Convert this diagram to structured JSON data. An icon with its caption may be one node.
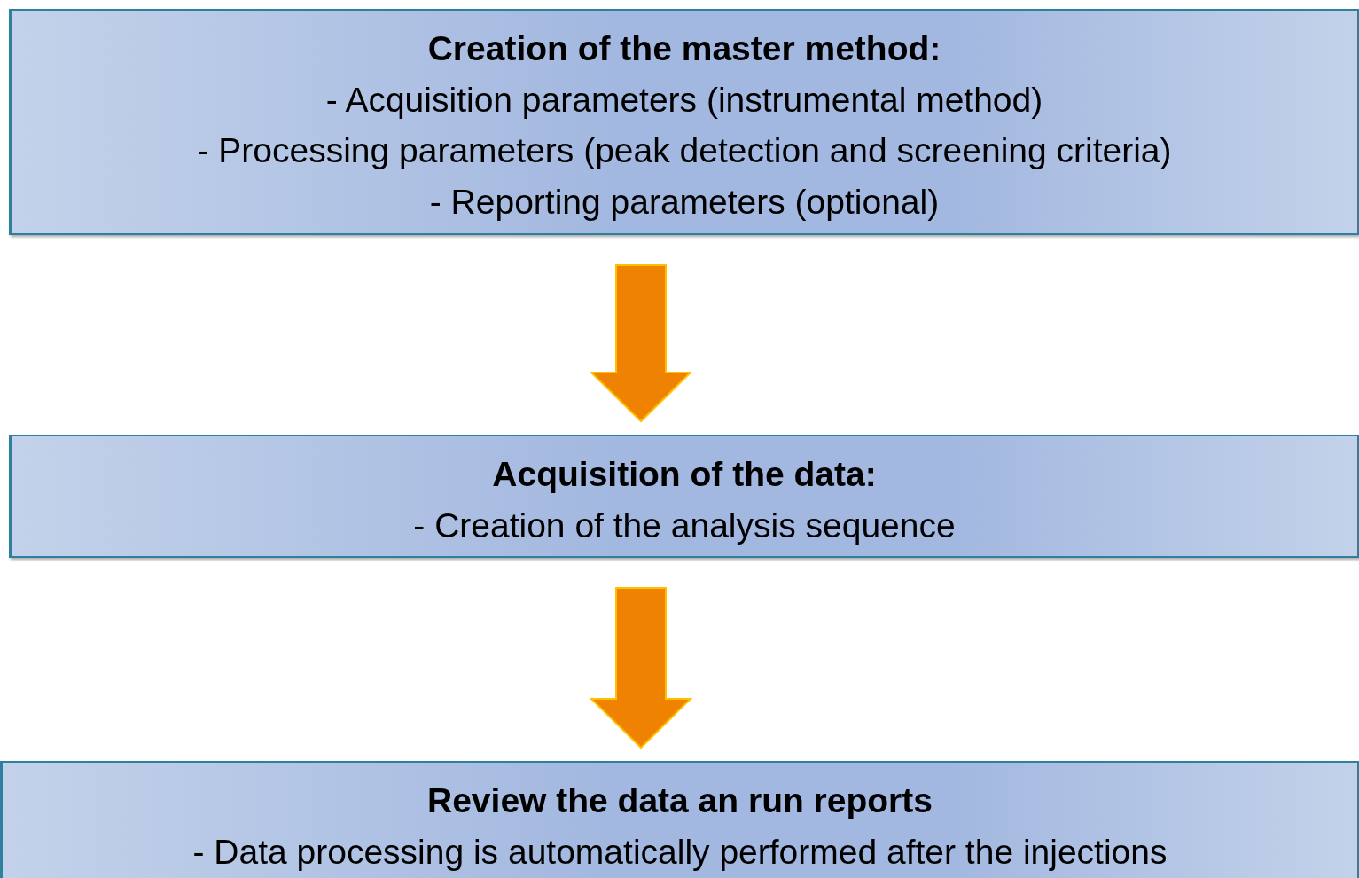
{
  "diagram": {
    "nodes": [
      {
        "text": [
          "Creation of the master method:",
          "- Acquisition parameters (instrumental method)",
          "- Processing parameters (peak detection and screening criteria)",
          "- Reporting parameters (optional)"
        ]
      },
      {
        "text": [
          "Acquisition of the data:",
          "- Creation of the analysis sequence"
        ]
      },
      {
        "text": [
          "Review the data an run reports",
          "- Data processing is automatically performed after the injections"
        ]
      }
    ],
    "edges": [
      {
        "from": 0,
        "to": 1,
        "arrow": "to"
      },
      {
        "from": 1,
        "to": 2,
        "arrow": "to"
      }
    ]
  }
}
